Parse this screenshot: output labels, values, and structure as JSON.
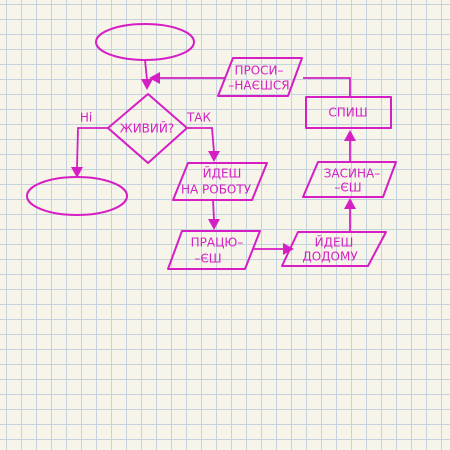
{
  "diagram": {
    "accent_color": "#d51ec3",
    "nodes": {
      "alive": "ЖИВИЙ?",
      "go_to_work_1": "ЙДЕШ",
      "go_to_work_2": "НА РОБОТУ",
      "work_1": "ПРАЦЮ–",
      "work_2": "–ЄШ",
      "go_home_1": "ЙДЕШ",
      "go_home_2": "ДОДОМУ",
      "fall_asleep_1": "ЗАСИНА–",
      "fall_asleep_2": "–ЄШ",
      "sleep": "СПИШ",
      "wake_up_1": "ПРОСИ–",
      "wake_up_2": "–НАЄШСЯ"
    },
    "edges": {
      "yes": "ТАК",
      "no": "Ні"
    }
  }
}
